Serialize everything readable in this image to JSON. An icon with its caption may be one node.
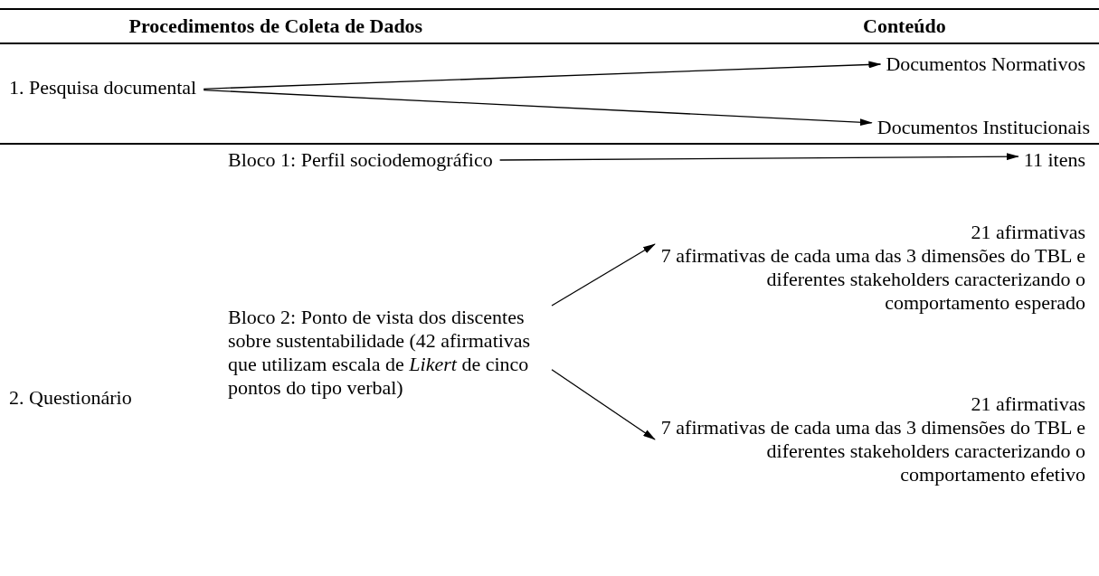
{
  "diagram": {
    "nodes": [
      {
        "text": [
          "1. Pesquisa documental"
        ]
      },
      {
        "text": [
          "Documentos Normativos"
        ]
      },
      {
        "text": [
          "Documentos Institucionais"
        ]
      },
      {
        "text": [
          "Bloco 1: Perfil sociodemográfico"
        ]
      },
      {
        "text": [
          "11 itens"
        ]
      },
      {
        "text": [
          "Bloco 2: Ponto de vista dos discentes sobre sustentabilidade (42 afirmativas que utilizam escala de *Likert* de cinco pontos do tipo verbal)"
        ]
      },
      {
        "text": [
          "21 afirmativas",
          "7 afirmativas de cada uma das 3 dimensões do TBL e diferentes stakeholders caracterizando o comportamento esperado"
        ]
      },
      {
        "text": [
          "21 afirmativas",
          "7 afirmativas de cada uma das 3 dimensões do TBL e diferentes stakeholders caracterizando o comportamento efetivo"
        ]
      }
    ],
    "edges": [
      {
        "from": 0,
        "to": 1,
        "arrow": "to"
      },
      {
        "from": 0,
        "to": 2,
        "arrow": "to"
      },
      {
        "from": 3,
        "to": 4,
        "arrow": "to"
      },
      {
        "from": 5,
        "to": 6,
        "arrow": "to"
      },
      {
        "from": 5,
        "to": 7,
        "arrow": "to"
      }
    ],
    "labels": [
      "Procedimentos de Coleta de Dados",
      "Conteúdo",
      "2. Questionário"
    ]
  }
}
